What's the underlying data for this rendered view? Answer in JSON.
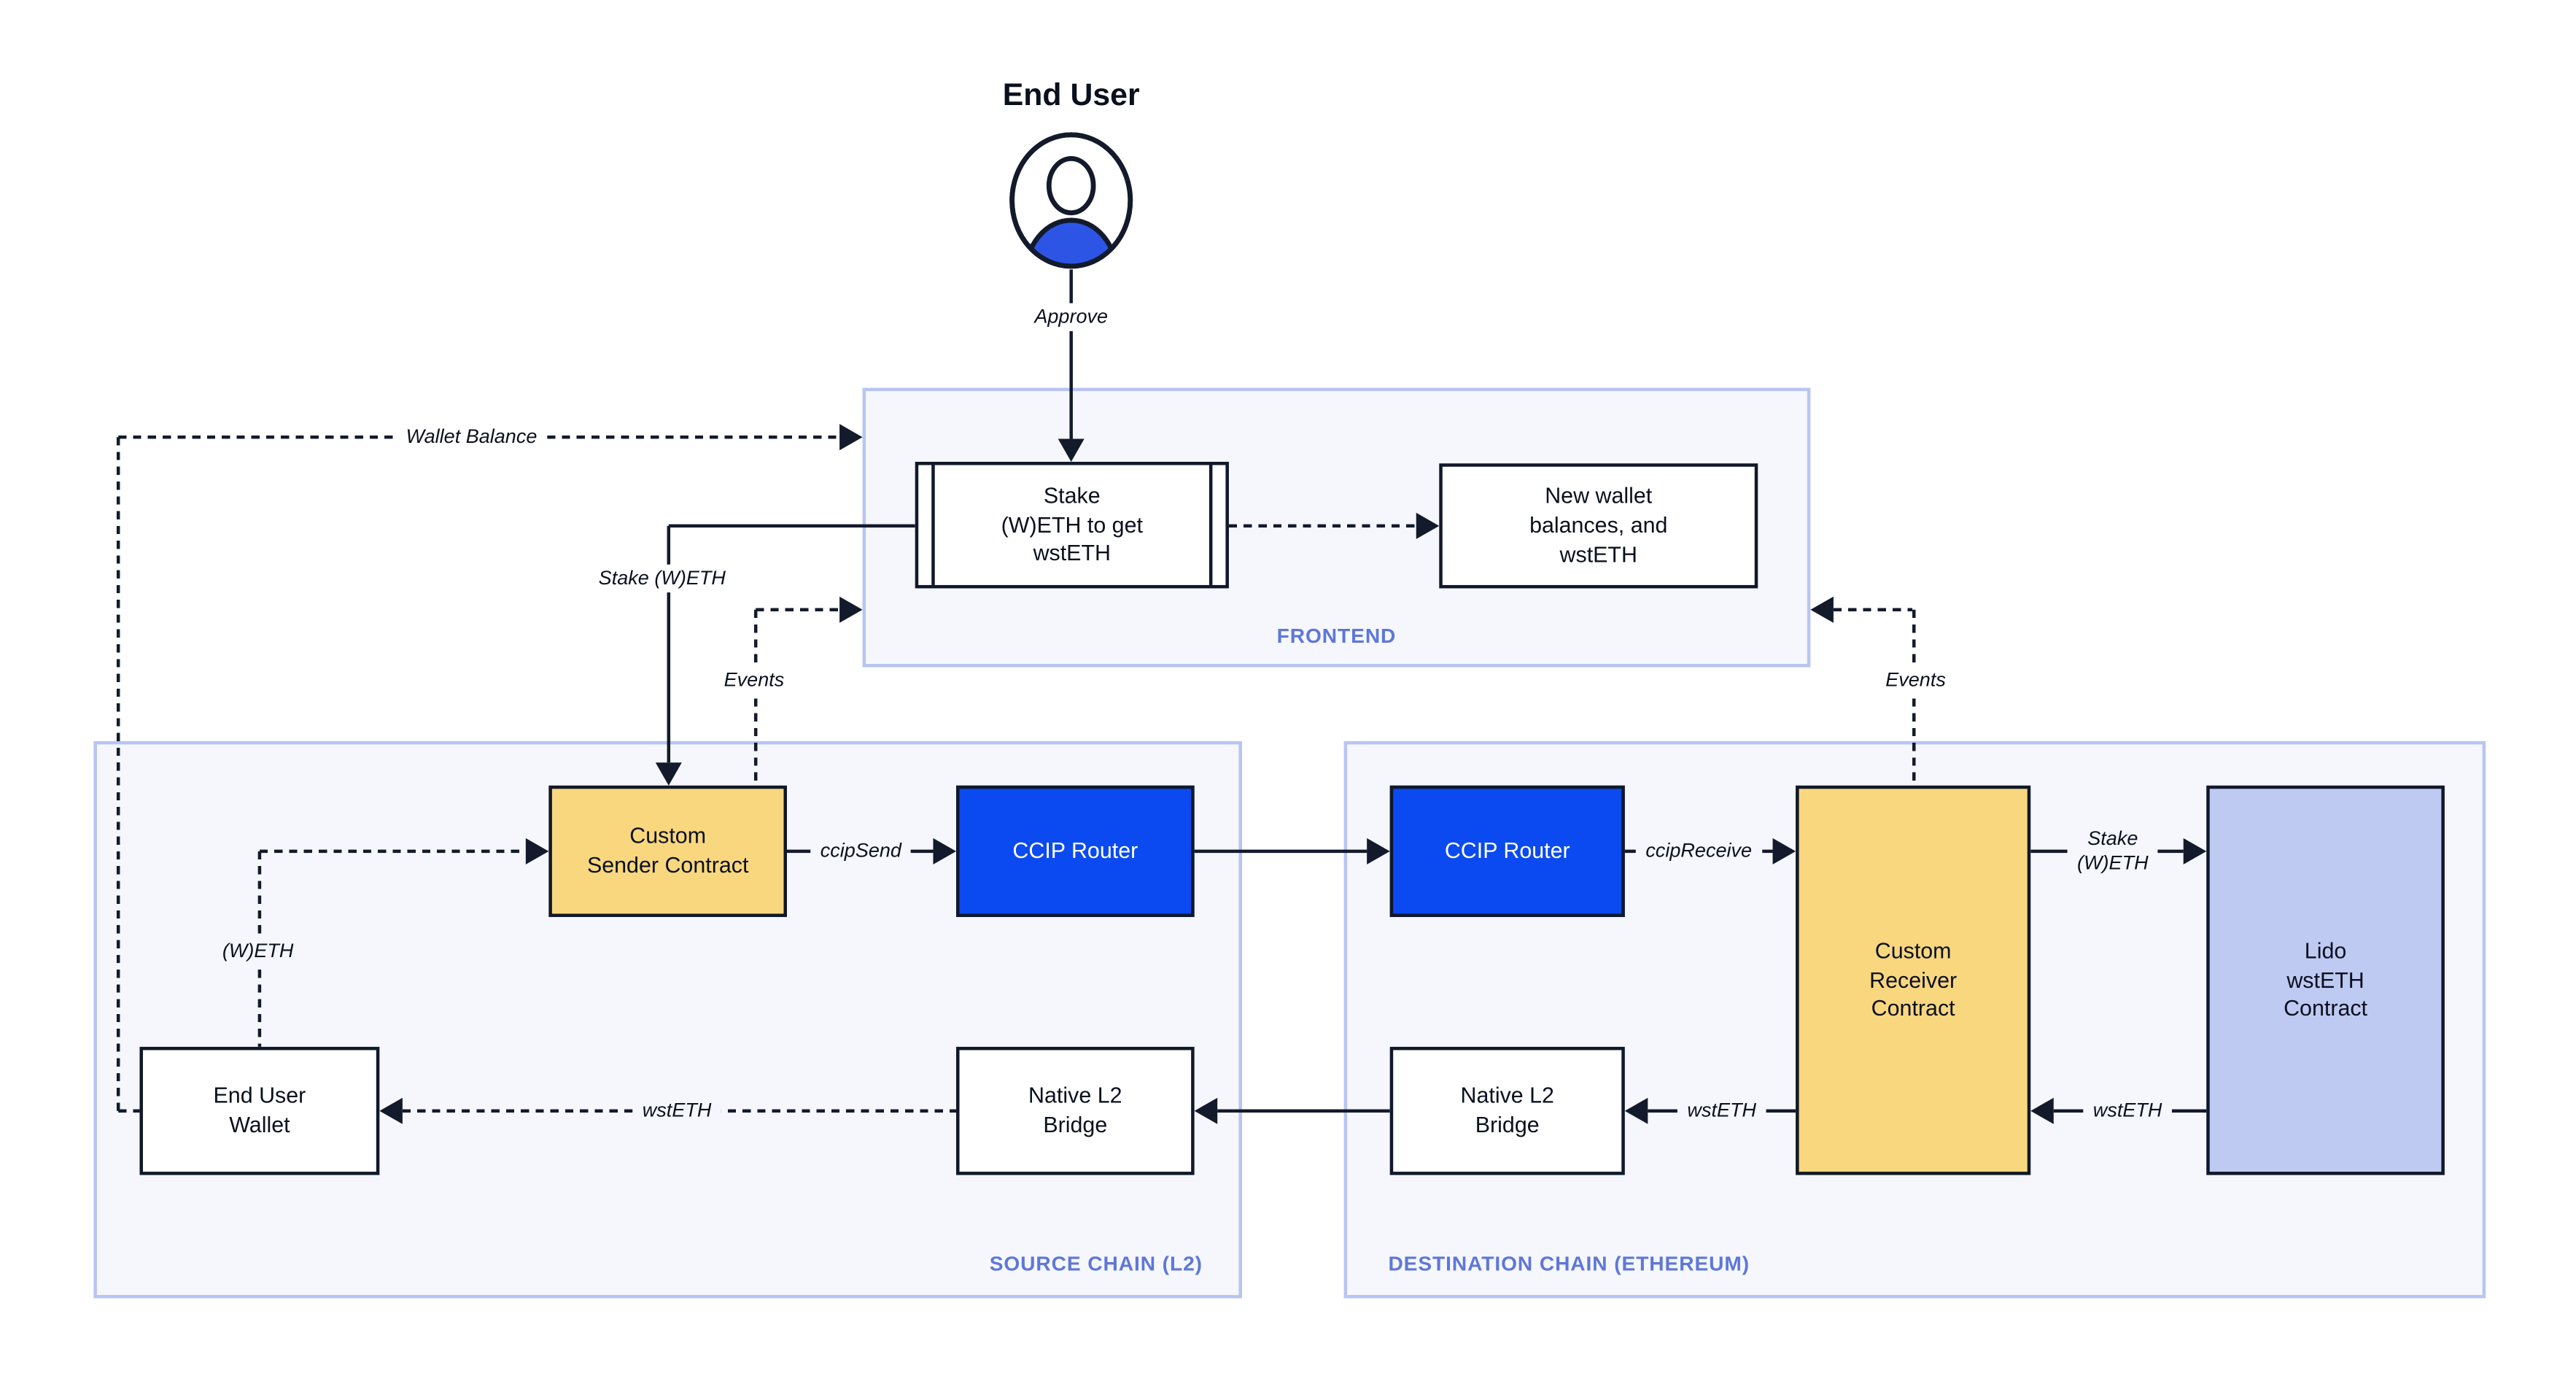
{
  "end_user": {
    "title": "End User"
  },
  "flows": {
    "approve": "Approve",
    "wallet_balance": "Wallet Balance",
    "stake_weth": "Stake (W)ETH",
    "events_left": "Events",
    "events_right": "Events",
    "ccip_send": "ccipSend",
    "ccip_receive": "ccipReceive",
    "weth": "(W)ETH",
    "wsteth_to_wallet": "wstETH",
    "stake_weth_dest": "Stake\n(W)ETH",
    "wsteth_lido_to_receiver": "wstETH",
    "wsteth_receiver_to_bridge": "wstETH"
  },
  "frontend": {
    "label": "FRONTEND",
    "stake_box": "Stake\n(W)ETH to get\nwstETH",
    "new_wallet_box": "New wallet\nbalances, and\nwstETH"
  },
  "source_chain": {
    "label": "SOURCE CHAIN (L2)",
    "custom_sender": "Custom\nSender Contract",
    "ccip_router": "CCIP Router",
    "end_user_wallet": "End User\nWallet",
    "native_bridge": "Native L2\nBridge"
  },
  "destination_chain": {
    "label": "DESTINATION CHAIN (ETHEREUM)",
    "ccip_router": "CCIP Router",
    "custom_receiver": "Custom\nReceiver\nContract",
    "lido_contract": "Lido\nwstETH\nContract",
    "native_bridge": "Native L2\nBridge"
  },
  "colors": {
    "accent_blue": "#0B4AF0",
    "node_yellow": "#F9D77E",
    "node_lavender": "#BFCAF2",
    "container_bg": "#F5F7FC",
    "container_border": "#B8C5F2",
    "container_label_blue": "#5E77D8",
    "ink": "#131A2B",
    "user_icon_blue": "#2D55E5"
  }
}
